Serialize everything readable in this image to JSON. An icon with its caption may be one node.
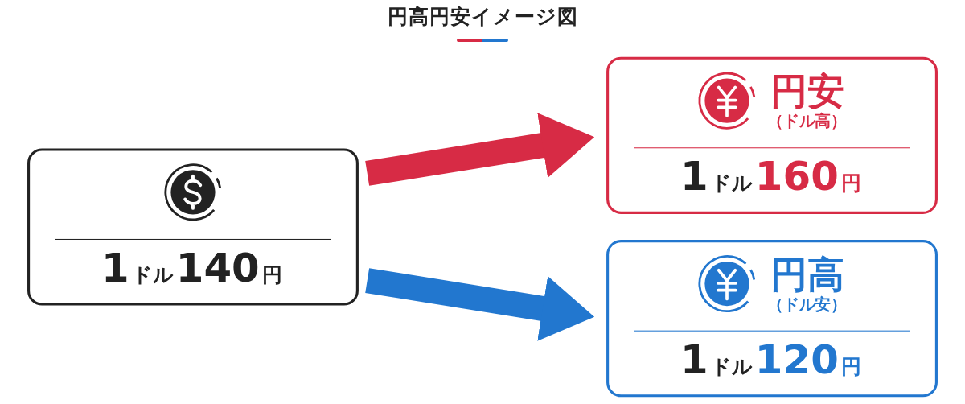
{
  "diagram": {
    "title": "円高円安イメージ図",
    "nodes": [
      {
        "text": [
          "1ドル140円"
        ]
      },
      {
        "text": [
          "円安",
          "（ドル高）",
          "1ドル160円"
        ]
      },
      {
        "text": [
          "円高",
          "（ドル安）",
          "1ドル120円"
        ]
      }
    ],
    "edges": [
      {
        "from": 0,
        "to": 1,
        "arrow": "to",
        "color": "#d72b45"
      },
      {
        "from": 0,
        "to": 2,
        "arrow": "to",
        "color": "#2277cf"
      }
    ]
  }
}
